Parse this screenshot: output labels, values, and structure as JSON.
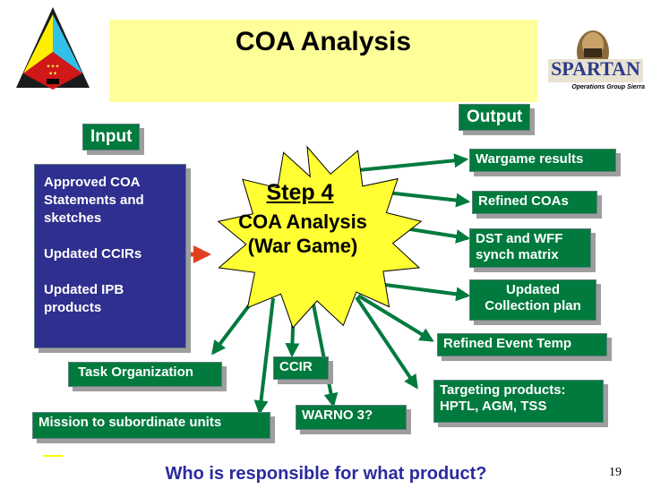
{
  "title": "COA Analysis",
  "logo_right": {
    "name": "SPARTAN",
    "subtitle": "Operations Group Sierra"
  },
  "input_label": "Input",
  "output_label": "Output",
  "inputs": [
    "Approved COA Statements and sketches",
    "Updated CCIRs",
    "Updated IPB products"
  ],
  "center": {
    "step": "Step 4",
    "line1": "COA Analysis",
    "line2": "(War Game)"
  },
  "outputs": {
    "wargame_results": "Wargame results",
    "refined_coas": "Refined COAs",
    "dst_wff": "DST and WFF synch matrix",
    "updated_collection": "Updated Collection plan",
    "refined_event_temp": "Refined Event Temp",
    "targeting_products": "Targeting products: HPTL, AGM, TSS",
    "warno3": "WARNO 3?",
    "ccir": "CCIR",
    "task_org": "Task Organization",
    "mission": "Mission to subordinate units"
  },
  "footer": "Who is responsible for what product?",
  "page_number": "19",
  "colors": {
    "title_bg": "#ffff99",
    "box_green": "#007a3d",
    "box_navy": "#2f2f8f",
    "star": "#ffff33",
    "arrow_green": "#007a3d",
    "arrow_red": "#e04020",
    "footer_text": "#2b2b9f"
  }
}
